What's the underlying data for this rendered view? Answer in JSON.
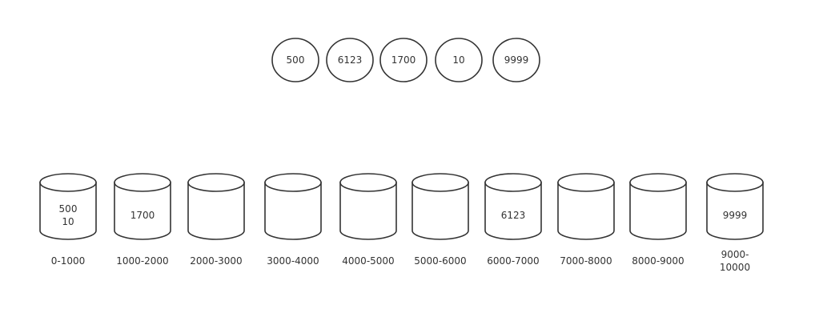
{
  "elements": [
    "500",
    "6123",
    "1700",
    "10",
    "9999"
  ],
  "buckets": [
    {
      "label": [
        "0-1000"
      ],
      "contents": [
        "500",
        "10"
      ]
    },
    {
      "label": [
        "1000-2000"
      ],
      "contents": [
        "1700"
      ]
    },
    {
      "label": [
        "2000-3000"
      ],
      "contents": []
    },
    {
      "label": [
        "3000-4000"
      ],
      "contents": []
    },
    {
      "label": [
        "4000-5000"
      ],
      "contents": []
    },
    {
      "label": [
        "5000-6000"
      ],
      "contents": []
    },
    {
      "label": [
        "6000-7000"
      ],
      "contents": [
        "6123"
      ]
    },
    {
      "label": [
        "7000-8000"
      ],
      "contents": []
    },
    {
      "label": [
        "8000-9000"
      ],
      "contents": []
    },
    {
      "label": [
        "9000-",
        "10000"
      ],
      "contents": [
        "9999"
      ]
    }
  ],
  "colors": {
    "stroke": "#333333",
    "text": "#333333",
    "background": "#ffffff"
  }
}
